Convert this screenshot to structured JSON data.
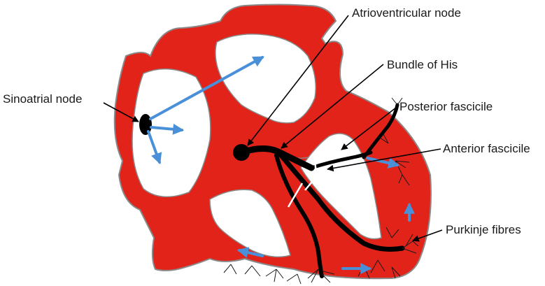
{
  "diagram": {
    "labels": {
      "av_node": "Atrioventricular node",
      "bundle_of_his": "Bundle of His",
      "posterior_fascicle": "Posterior fascicile",
      "anterior_fascicle": "Anterior fascicile",
      "sa_node": "Sinoatrial node",
      "purkinje": "Purkinje fibres"
    },
    "colors": {
      "heart_wall": "#e2231a",
      "outline": "#8a8a8a",
      "chamber": "#ffffff",
      "conduction": "#000000",
      "signal_arrow": "#4a90d9",
      "label_text": "#1a1a1a"
    }
  }
}
